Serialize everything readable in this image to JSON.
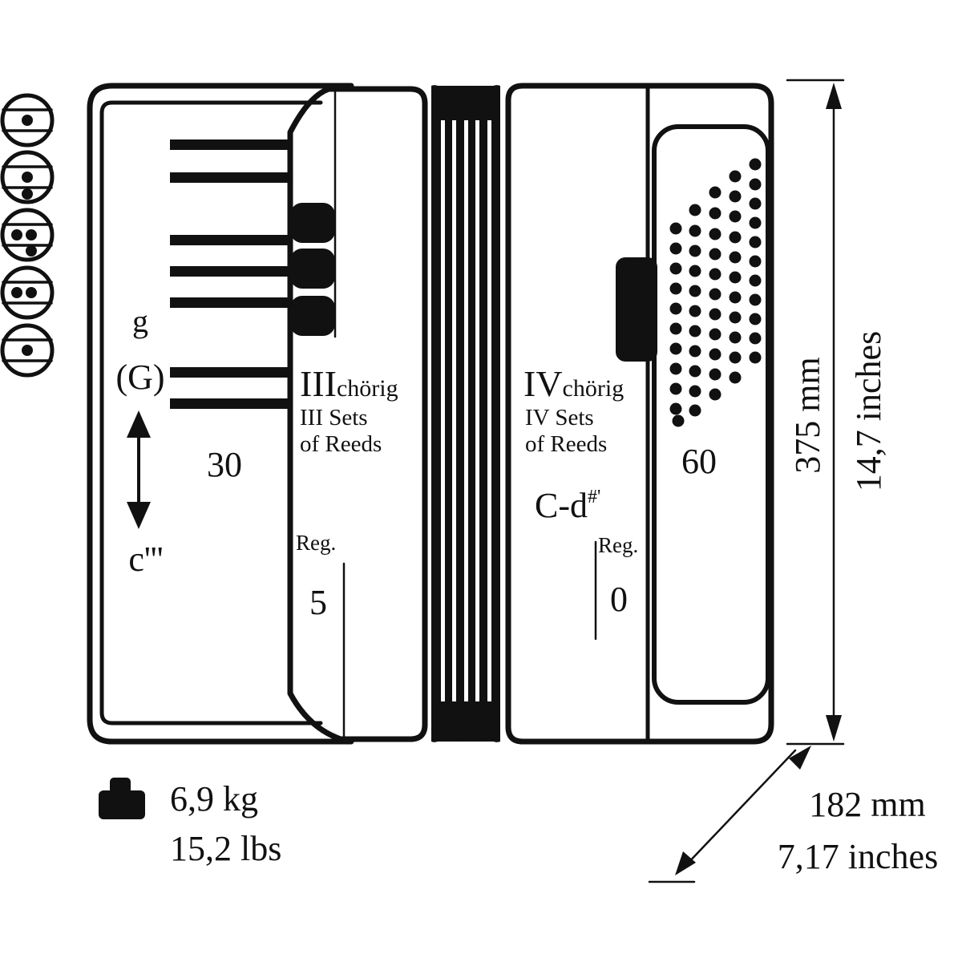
{
  "treble": {
    "range_top": "g",
    "range_top_alt": "(G)",
    "range_bottom": "c'''",
    "keys": "30",
    "reeds_main": "III",
    "reeds_suffix": "chörig",
    "reeds_en_line1": "III Sets",
    "reeds_en_line2": "of Reeds",
    "reg_label": "Reg.",
    "reg_value": "5"
  },
  "bass": {
    "reeds_main": "IV",
    "reeds_suffix": "chörig",
    "reeds_en_line1": "IV Sets",
    "reeds_en_line2": "of Reeds",
    "range": "C-d",
    "range_sup": "#'",
    "buttons": "60",
    "reg_label": "Reg.",
    "reg_value": "0"
  },
  "height": {
    "metric": "375 mm",
    "imperial": "14,7 inches"
  },
  "depth": {
    "metric": "182 mm",
    "imperial": "7,17 inches"
  },
  "weight": {
    "metric": "6,9 kg",
    "imperial": "15,2 lbs",
    "icon": "weight-icon"
  },
  "register_icons": [
    "register-icon-single",
    "register-icon-double",
    "register-icon-triple",
    "register-icon-double-split",
    "register-icon-single-low"
  ]
}
